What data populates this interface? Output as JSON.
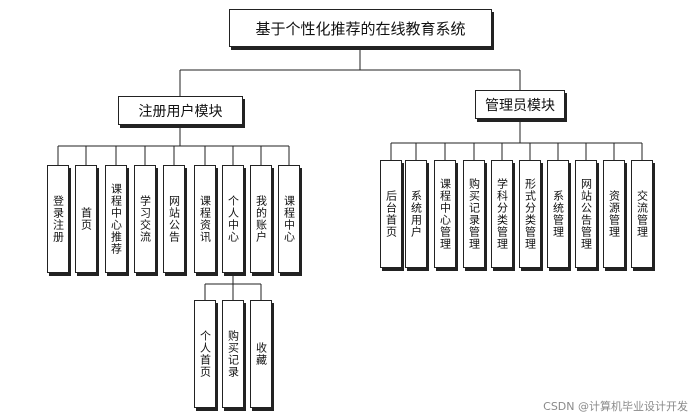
{
  "root": {
    "label": "基于个性化推荐的在线教育系统"
  },
  "user_module": {
    "label": "注册用户模块",
    "children": [
      "登录注册",
      "首页",
      "课程中心推荐",
      "学习交流",
      "网站公告",
      "课程资讯",
      "个人中心",
      "我的账户",
      "课程中心"
    ],
    "personal_center_children": [
      "个人首页",
      "购买记录",
      "收藏"
    ]
  },
  "admin_module": {
    "label": "管理员模块",
    "children": [
      "后台首页",
      "系统用户",
      "课程中心管理",
      "购买记录管理",
      "学科分类管理",
      "形式分类管理",
      "系统管理",
      "网站公告管理",
      "资源管理",
      "交流管理"
    ]
  },
  "watermark": "CSDN @计算机毕业设计开发"
}
